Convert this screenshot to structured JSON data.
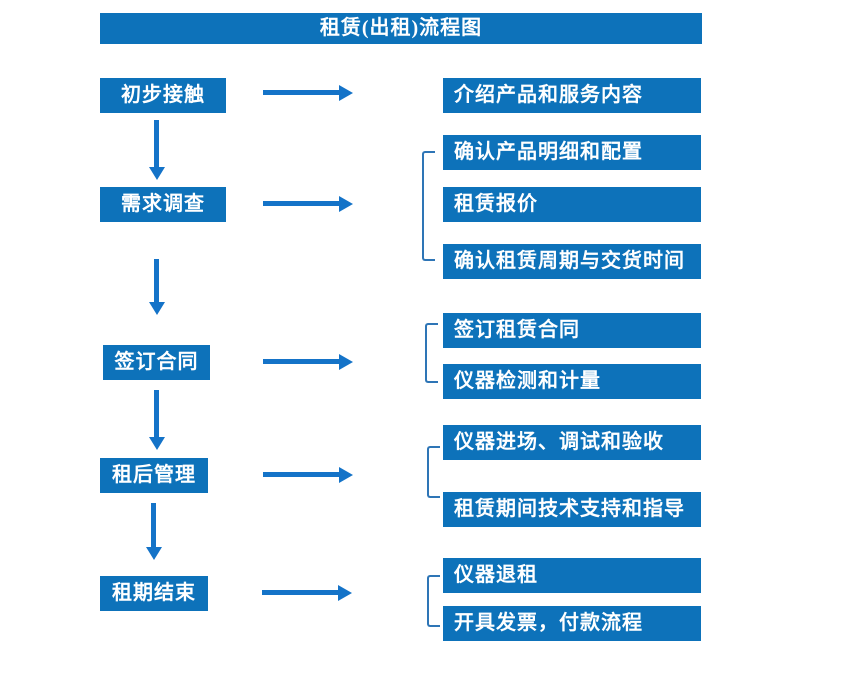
{
  "title": "租赁(出租)流程图",
  "colors": {
    "box_blue": "#0d72ba",
    "arrow_blue": "#1473c8",
    "bracket_blue": "#2e75b6",
    "text_white": "#ffffff"
  },
  "stages": [
    {
      "label": "初步接触",
      "details": [
        "介绍产品和服务内容"
      ]
    },
    {
      "label": "需求调查",
      "details": [
        "确认产品明细和配置",
        "租赁报价",
        "确认租赁周期与交货时间"
      ]
    },
    {
      "label": "签订合同",
      "details": [
        "签订租赁合同",
        "仪器检测和计量"
      ]
    },
    {
      "label": "租后管理",
      "details": [
        "仪器进场、调试和验收",
        "租赁期间技术支持和指导"
      ]
    },
    {
      "label": "租期结束",
      "details": [
        "仪器退租",
        "开具发票，付款流程"
      ]
    }
  ],
  "icons": {
    "arrow_right": "right-arrow",
    "arrow_down": "down-arrow"
  }
}
